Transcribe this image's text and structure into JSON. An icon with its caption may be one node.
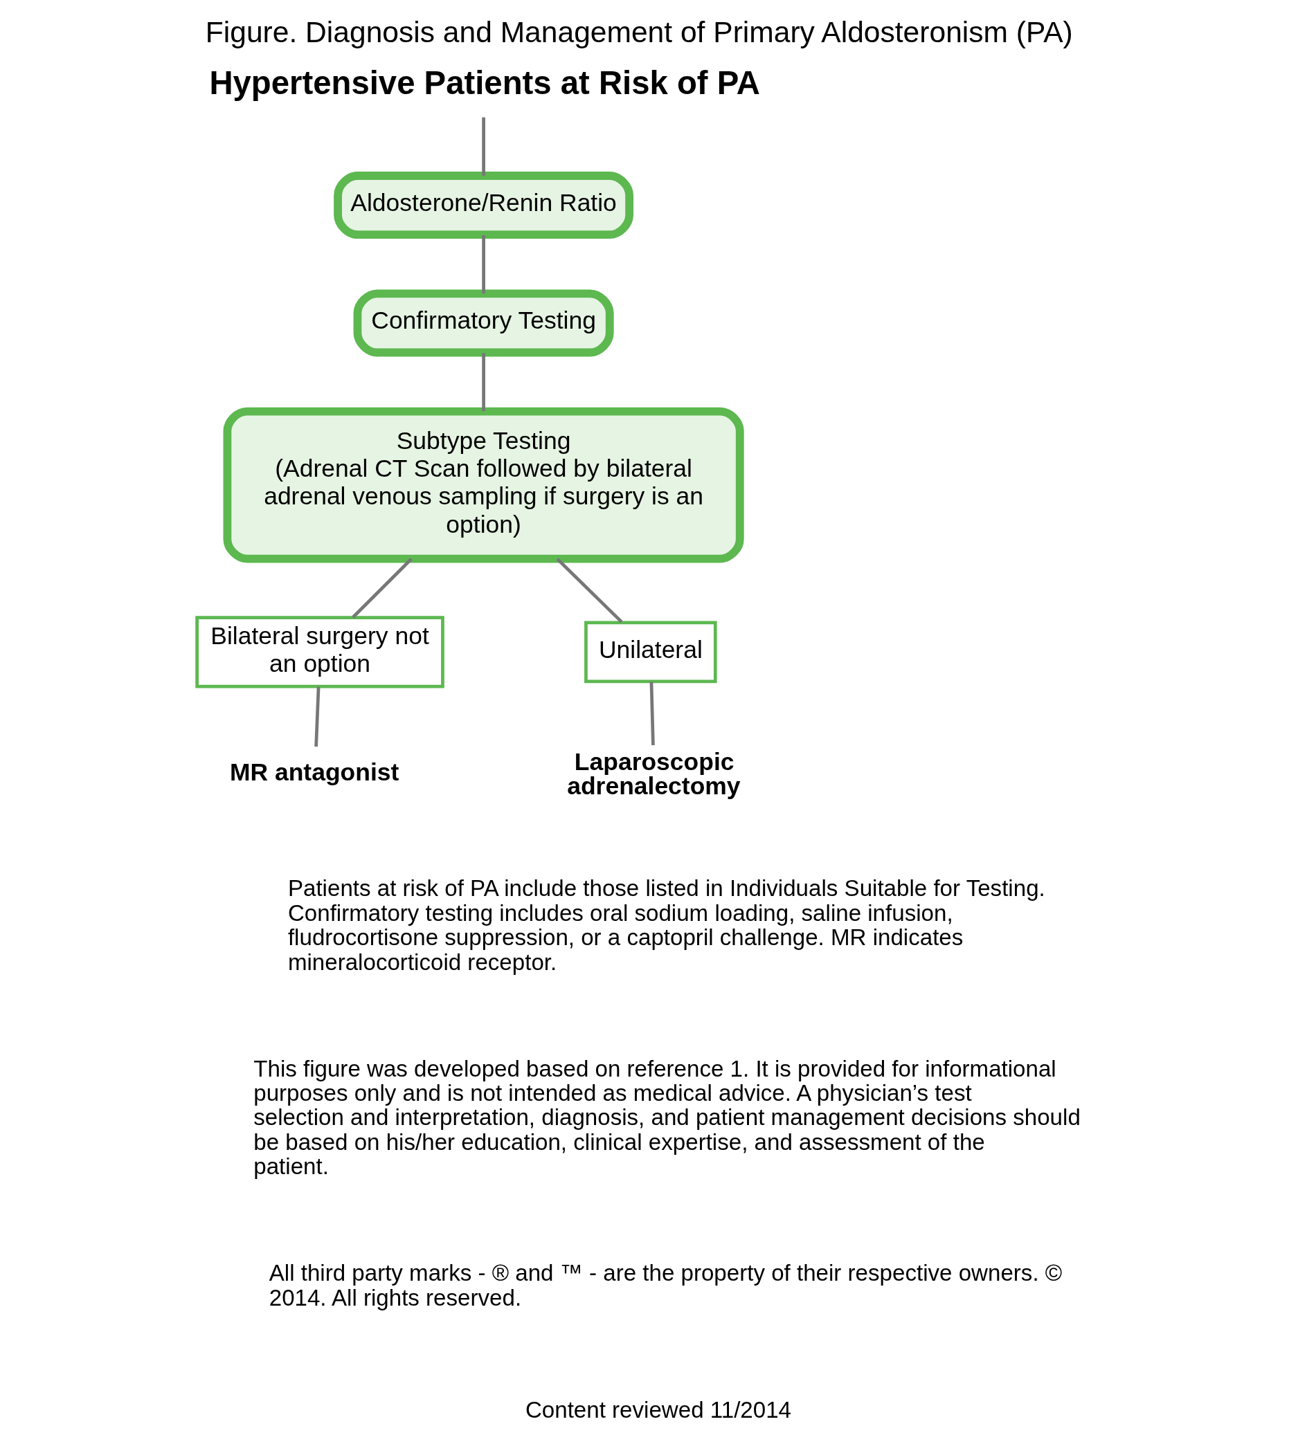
{
  "diagram": {
    "title": "Figure. Diagnosis and Management of Primary Aldosteronism (PA)",
    "nodes": [
      {
        "text": [
          "Hypertensive Patients at Risk of PA"
        ]
      },
      {
        "text": [
          "Aldosterone/Renin Ratio"
        ]
      },
      {
        "text": [
          "Confirmatory Testing"
        ]
      },
      {
        "text": [
          "Subtype Testing",
          "(Adrenal CT Scan followed by bilateral adrenal venous sampling if surgery is an option)"
        ]
      },
      {
        "text": [
          "Bilateral surgery not an option"
        ]
      },
      {
        "text": [
          "Unilateral"
        ]
      },
      {
        "text": [
          "MR antagonist"
        ]
      },
      {
        "text": [
          "Laparoscopic adrenalectomy"
        ]
      }
    ],
    "edges": [
      {
        "from": 0,
        "to": 1,
        "arrow": "none"
      },
      {
        "from": 1,
        "to": 2,
        "arrow": "none"
      },
      {
        "from": 2,
        "to": 3,
        "arrow": "none"
      },
      {
        "from": 3,
        "to": 4,
        "arrow": "none"
      },
      {
        "from": 3,
        "to": 5,
        "arrow": "none"
      },
      {
        "from": 4,
        "to": 6,
        "arrow": "none"
      },
      {
        "from": 5,
        "to": 7,
        "arrow": "none"
      }
    ],
    "labels": [
      "Patients at risk of PA include those listed in Individuals Suitable for Testing. Confirmatory testing includes oral sodium loading, saline infusion, fludrocortisone suppression, or a captopril challenge. MR indicates mineralocorticoid receptor.",
      "This figure was developed based on reference 1. It is provided for informational purposes only and is not intended as medical advice. A physician’s test selection and interpretation, diagnosis, and patient management decisions should be based on his/her education, clinical expertise, and assessment of the patient.",
      "All third party marks - ® and ™ - are the property of their respective owners. © 2014. All rights reserved.",
      "Content reviewed 11/2014"
    ]
  }
}
